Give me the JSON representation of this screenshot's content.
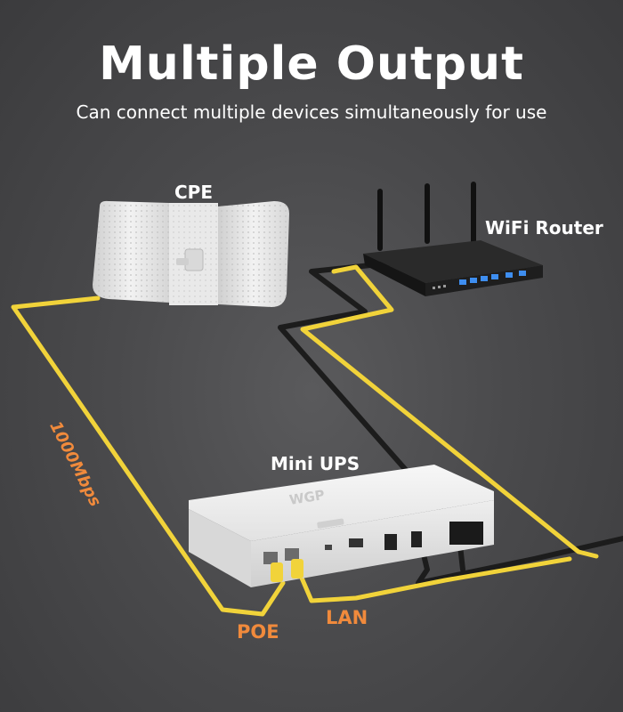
{
  "header": {
    "title": "Multiple Output",
    "subtitle": "Can connect multiple devices simultaneously for use"
  },
  "devices": {
    "cpe_label": "CPE",
    "router_label": "WiFi Router",
    "ups_label": "Mini UPS",
    "ups_brand": "WGP"
  },
  "ports": {
    "poe_label": "POE",
    "lan_label": "LAN"
  },
  "cable": {
    "speed_label": "1000Mbps"
  },
  "colors": {
    "cable_yellow": "#f1d33a",
    "cable_black": "#1c1c1c",
    "accent_orange": "#f08a3c",
    "router_port_blue": "#3e8ef0"
  }
}
